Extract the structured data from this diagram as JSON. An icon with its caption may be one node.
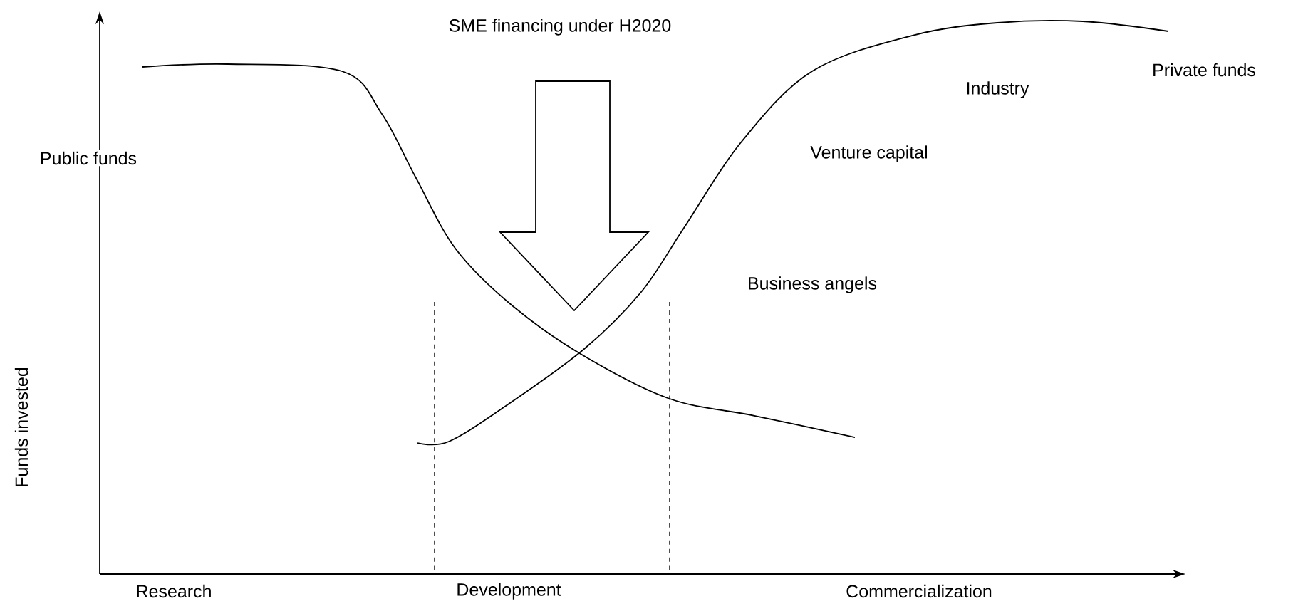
{
  "diagram": {
    "labels": [
      "SME financing under H2020",
      "Public funds",
      "Private funds",
      "Industry",
      "Venture capital",
      "Business angels",
      "Funds invested",
      "Research",
      "Development",
      "Commercialization"
    ]
  }
}
